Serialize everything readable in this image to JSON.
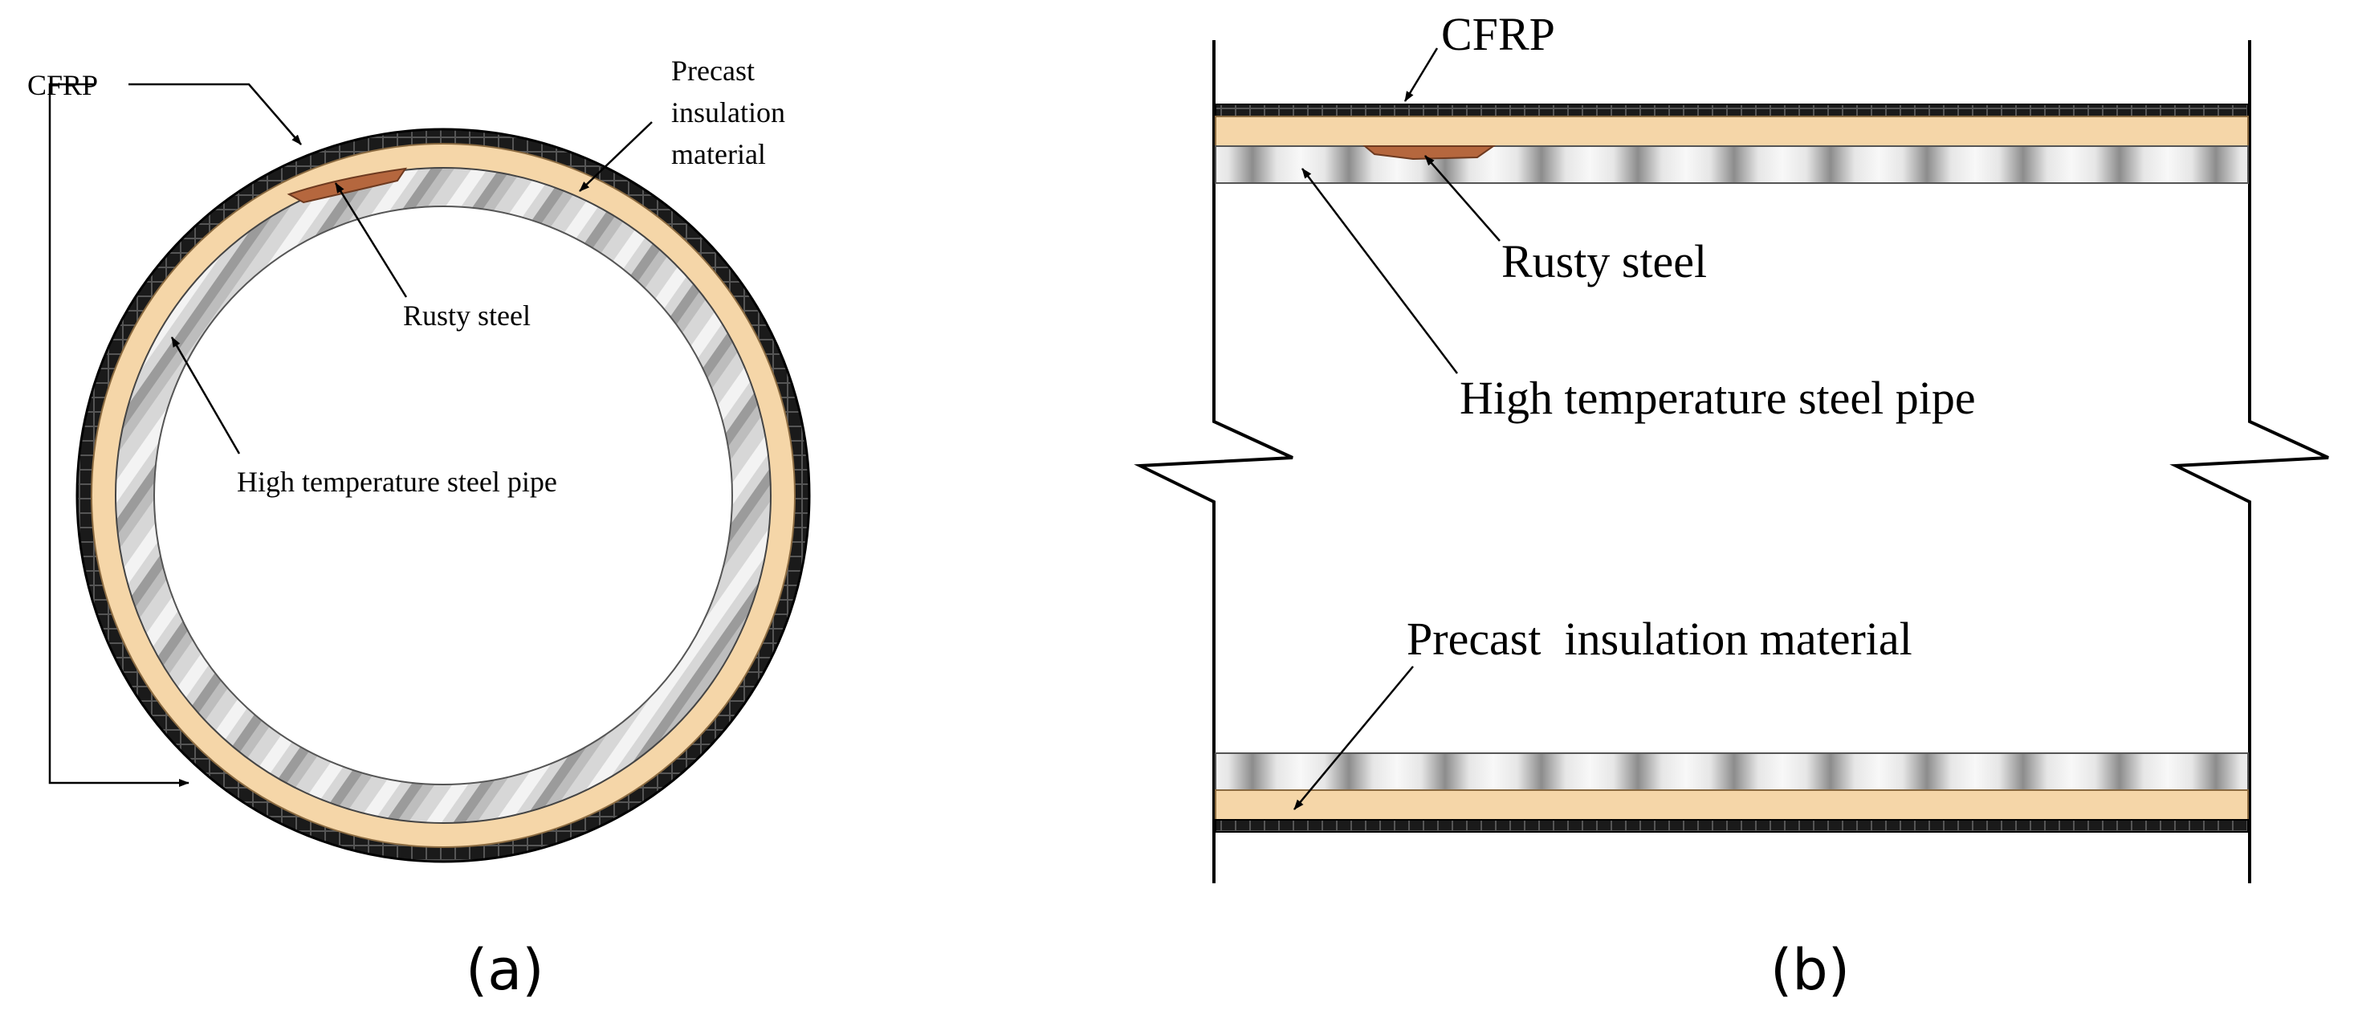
{
  "panel_a": {
    "caption": "(a)",
    "labels": {
      "cfrp": "CFRP",
      "precast_1": "Precast",
      "precast_2": "insulation",
      "precast_3": "material",
      "rusty": "Rusty steel",
      "pipe": "High temperature steel pipe"
    }
  },
  "panel_b": {
    "caption": "(b)",
    "labels": {
      "cfrp": "CFRP",
      "rusty": "Rusty steel",
      "pipe": "High temperature steel pipe",
      "insulation": "Precast  insulation material"
    }
  },
  "colors": {
    "cfrp": "#1a1a1a",
    "insulation": "#f5d6a8",
    "steel_dark": "#8c8c8c",
    "steel_light": "#f4f4f4",
    "rust": "#b5673e",
    "line": "#000000"
  }
}
